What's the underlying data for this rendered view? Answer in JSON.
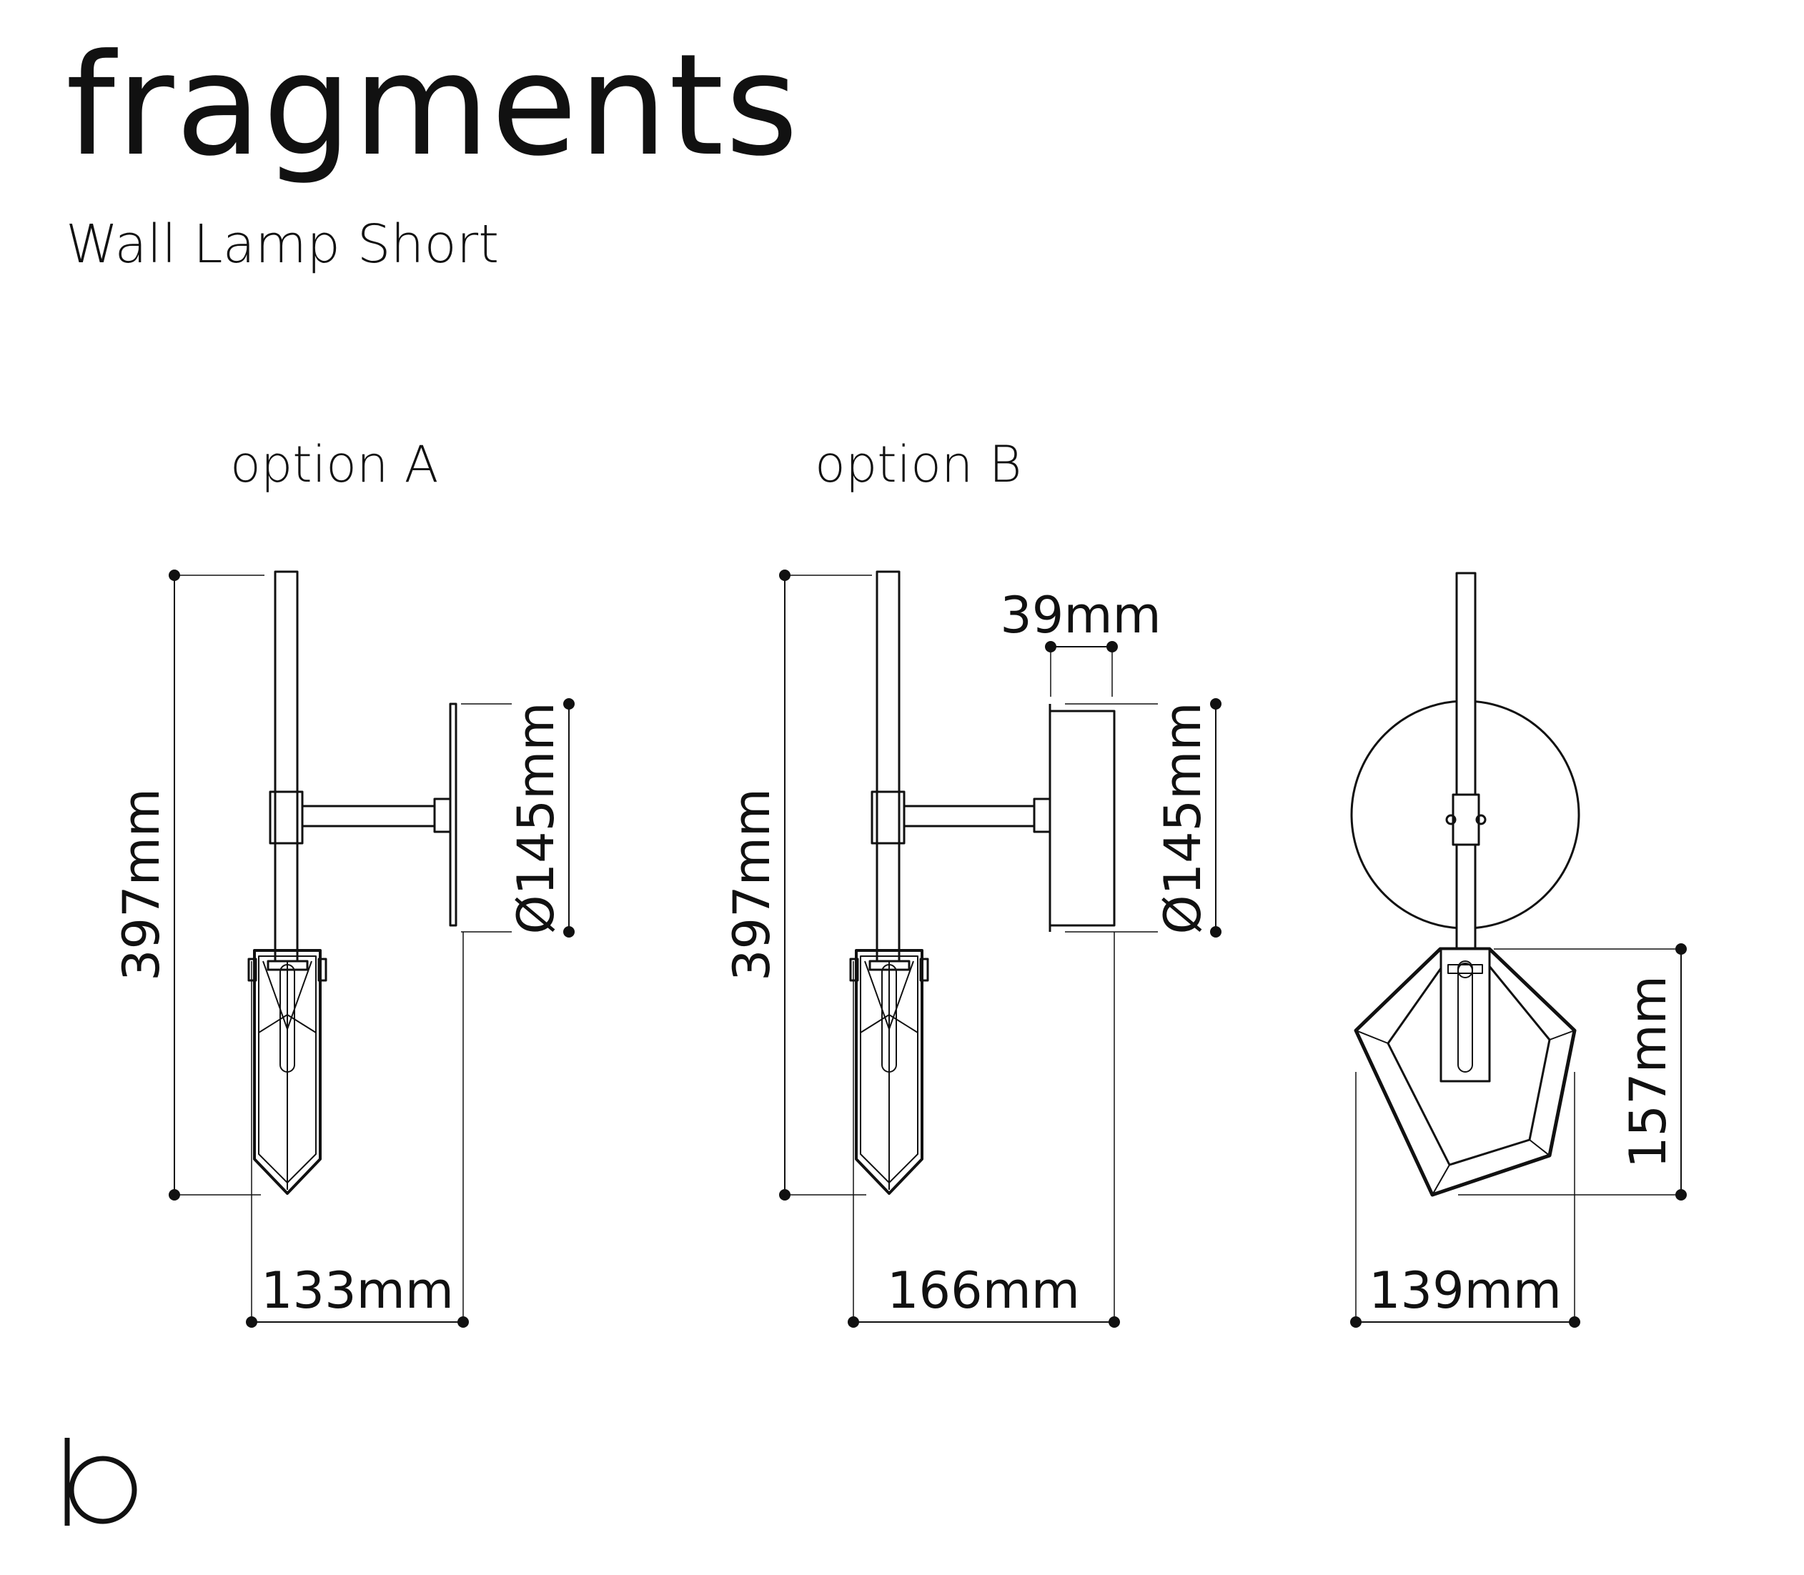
{
  "header": {
    "title": "fragments",
    "subtitle": "Wall Lamp Short"
  },
  "options": {
    "a": "option A",
    "b": "option B"
  },
  "dimensions": {
    "a_height": "397mm",
    "a_plate": "Ø145mm",
    "a_width": "133mm",
    "b_height": "397mm",
    "b_plate_depth": "39mm",
    "b_plate": "Ø145mm",
    "b_width": "166mm",
    "front_height": "157mm",
    "front_width": "139mm"
  },
  "logo": {
    "icon": "b-logo-icon"
  },
  "colors": {
    "line": "#111111",
    "background": "#ffffff"
  }
}
